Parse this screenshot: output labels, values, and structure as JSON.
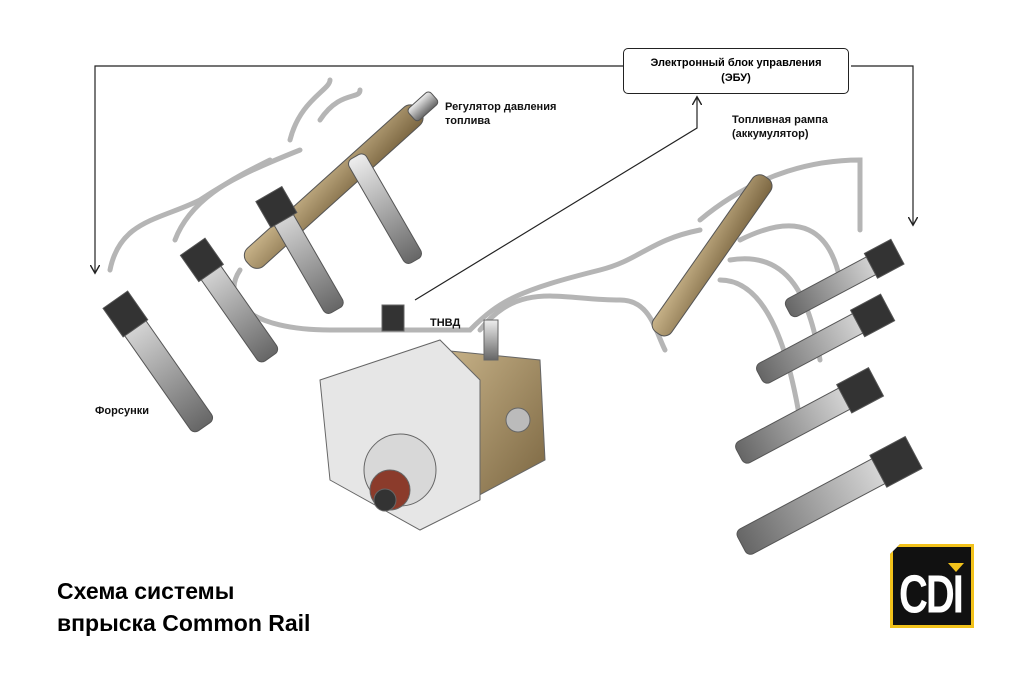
{
  "ecu": {
    "line1": "Электронный блок управления",
    "line2": "(ЭБУ)"
  },
  "labels": {
    "regulator_line1": "Регулятор давления",
    "regulator_line2": "топлива",
    "rail_line1": "Топливная рампа",
    "rail_line2": "(аккумулятор)",
    "pump": "ТНВД",
    "injectors": "Форсунки"
  },
  "title": {
    "line1": "Схема системы",
    "line2": "впрыска Common Rail"
  },
  "logo": {
    "text": "CDI"
  },
  "colors": {
    "logo_border": "#f2c21b",
    "logo_bg": "#111111"
  }
}
